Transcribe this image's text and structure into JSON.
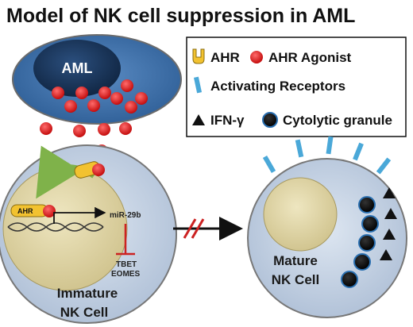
{
  "title": "Model of NK cell suppression in AML",
  "aml_label": "AML",
  "legend": {
    "ahr": "AHR",
    "ahr_agonist": "AHR Agonist",
    "activating_receptors": "Activating Receptors",
    "ifn": "IFN-γ",
    "cytolytic_granule": "Cytolytic  granule"
  },
  "immature": {
    "ahr_tag": "AHR",
    "mir": "miR-29b",
    "tbet": "TBET",
    "eomes": "EOMES",
    "label_line1": "Immature",
    "label_line2": "NK Cell"
  },
  "mature": {
    "label_line1": "Mature",
    "label_line2": "NK Cell"
  },
  "colors": {
    "aml_outer": "#3c6ea8",
    "aml_nucleus": "#17365d",
    "agonist": "#e31b1b",
    "receptor": "#4aa8d8",
    "cell_fill": "#c9d6e6",
    "nucleus_fill": "#e0d6a8",
    "inhibit": "#cc2222",
    "ahr_yellow": "#f2c230",
    "arrow_green": "#7fb24a"
  }
}
